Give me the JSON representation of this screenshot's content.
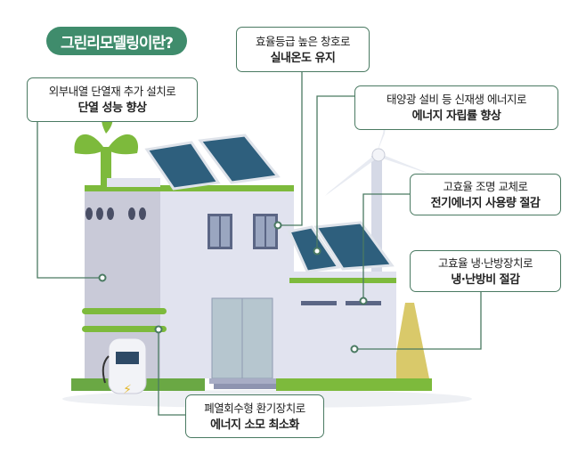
{
  "title": "그린리모델링이란?",
  "callouts": [
    {
      "id": "windows",
      "line1": "효율등급 높은 창호로",
      "line2": "실내온도 유지"
    },
    {
      "id": "insulation",
      "line1": "외부내열 단열재 추가 설치로",
      "line2": "단열 성능 향상"
    },
    {
      "id": "solar",
      "line1": "태양광 설비 등 신재생 에너지로",
      "line2": "에너지 자립률 향상"
    },
    {
      "id": "lighting",
      "line1": "고효율 조명 교체로",
      "line2": "전기에너지 사용량 절감"
    },
    {
      "id": "hvac",
      "line1": "고효율 냉·난방장치로",
      "line2": "냉·난방비 절감"
    },
    {
      "id": "ventilation",
      "line1": "폐열회수형 환기장치로",
      "line2": "에너지 소모 최소화"
    }
  ],
  "colors": {
    "accent": "#3f8c6c",
    "leaf": "#7dba3c",
    "building": "#e1e3ef",
    "panel": "#2e5f7d"
  }
}
